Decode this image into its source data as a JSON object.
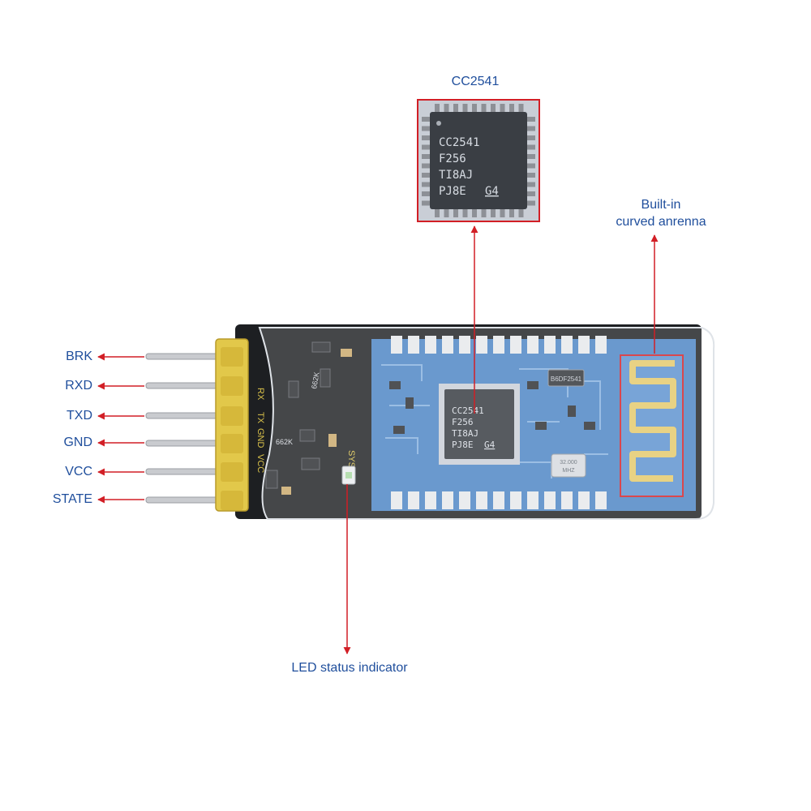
{
  "pins": [
    "BRK",
    "RXD",
    "TXD",
    "GND",
    "VCC",
    "STATE"
  ],
  "callouts": {
    "chip_title": "CC2541",
    "antenna_line1": "Built-in",
    "antenna_line2": "curved anrenna",
    "led": "LED  status indicator"
  },
  "chip_marking": [
    "CC2541",
    "F256",
    "TI8AJ",
    "PJ8E",
    "G4"
  ],
  "board_markings": {
    "silk_rx": "RX",
    "silk_tx": "TX",
    "silk_gnd": "GND",
    "silk_vcc": "VCC",
    "silk_sys": "SYS",
    "resistor_a": "662K",
    "resistor_b": "662K",
    "ic_small": "B6DF2541",
    "crystal_line1": "32.000",
    "crystal_line2": "MHZ"
  },
  "colors": {
    "label": "#1f4e9c",
    "arrow": "#d21f26",
    "header": "#e2c84a",
    "board": "#4a83c4",
    "chip": "#33373d"
  }
}
